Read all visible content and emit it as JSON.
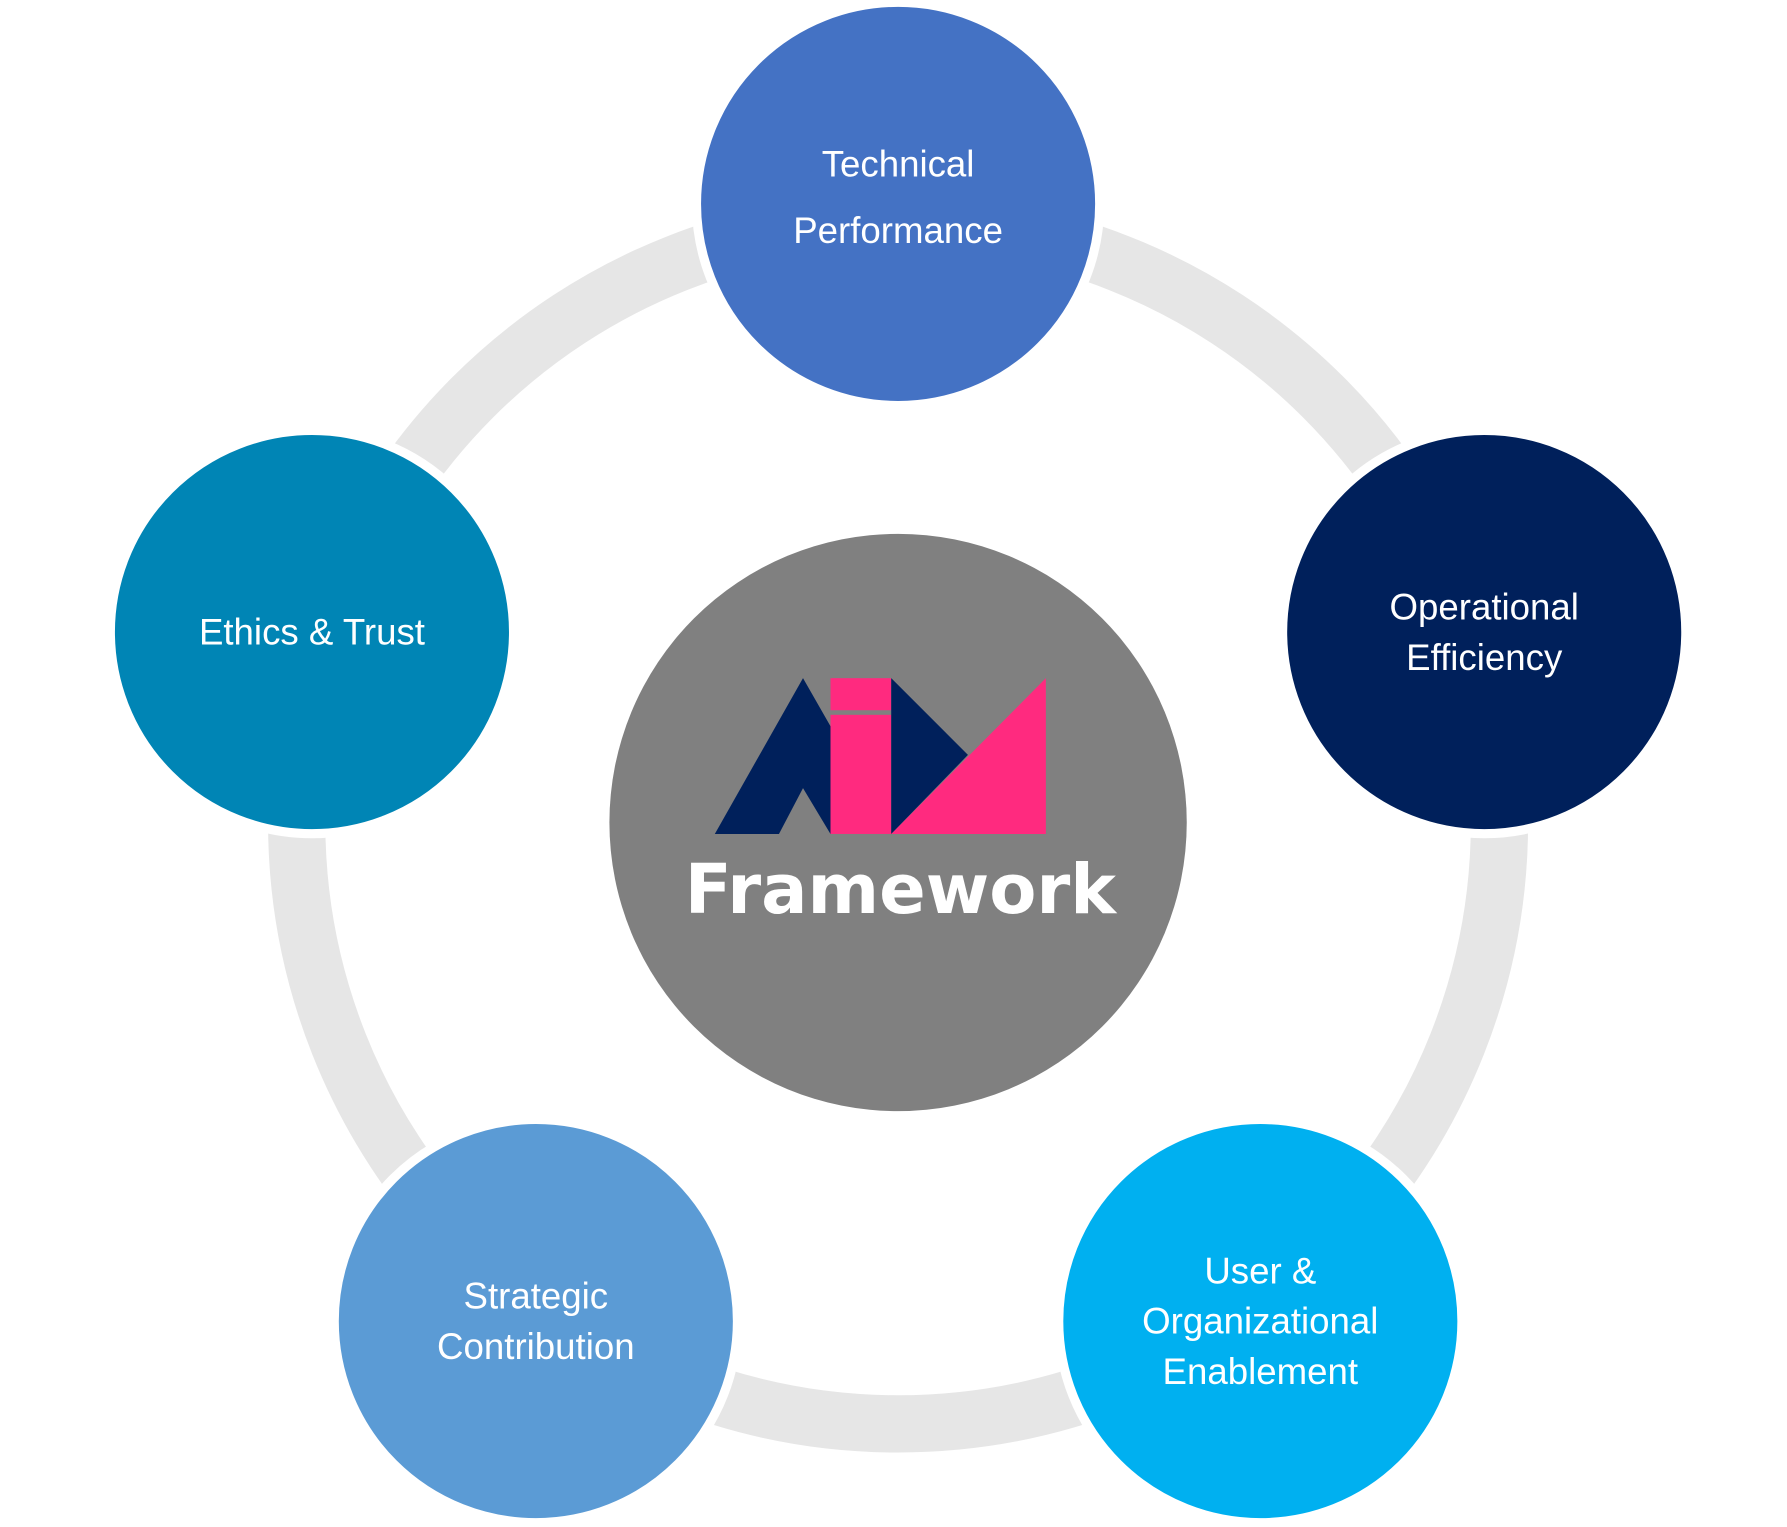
{
  "center": {
    "title": "Framework",
    "logo_text": "AiM",
    "fill": "#808080",
    "logo_colors": {
      "navy": "#00205B",
      "pink": "#FF2A7F"
    }
  },
  "ring_color": "#E6E6E6",
  "nodes": [
    {
      "lines": [
        "Technical",
        "Performance"
      ],
      "fill": "#4472C4"
    },
    {
      "lines": [
        "Operational",
        "Efficiency"
      ],
      "fill": "#00205B"
    },
    {
      "lines": [
        "User &",
        "Organizational",
        "Enablement"
      ],
      "fill": "#00B0F0"
    },
    {
      "lines": [
        "Strategic",
        "Contribution"
      ],
      "fill": "#5B9BD5"
    },
    {
      "lines": [
        "Ethics & Trust"
      ],
      "fill": "#0085B5"
    }
  ]
}
